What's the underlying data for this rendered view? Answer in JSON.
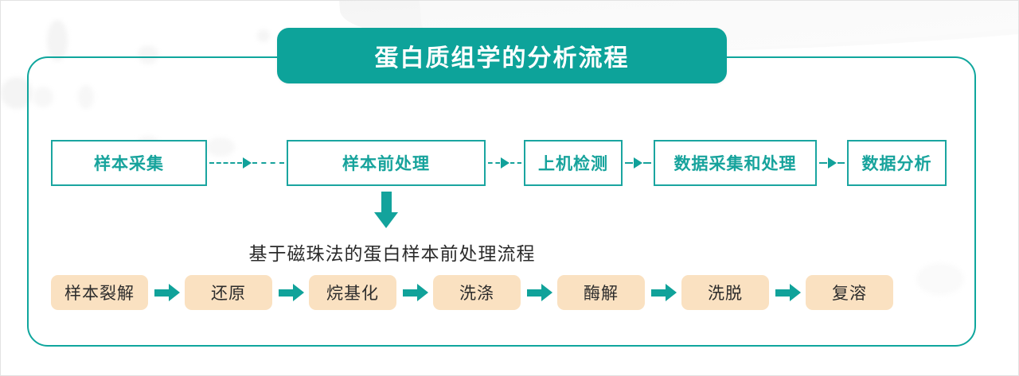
{
  "banner": {
    "title": "蛋白质组学的分析流程",
    "color": "#0da39a",
    "text_color": "#ffffff"
  },
  "frame": {
    "border_color": "#0fa69d"
  },
  "main_flow": {
    "connector_icon": "dashed-arrow-right-icon",
    "steps": [
      {
        "label": "样本采集"
      },
      {
        "label": "样本前处理"
      },
      {
        "label": "上机检测"
      },
      {
        "label": "数据采集和处理"
      },
      {
        "label": "数据分析"
      }
    ],
    "box_border_color": "#1aa5a0",
    "box_text_color": "#17a39c"
  },
  "branch": {
    "arrow_icon": "arrow-down-icon",
    "arrow_color": "#13a39c",
    "subtitle": "基于磁珠法的蛋白样本前处理流程",
    "subtitle_color": "#2b2b2b"
  },
  "sub_flow": {
    "connector_icon": "arrow-right-icon",
    "pill_color": "#fae1c1",
    "pill_text_color": "#2c2c2c",
    "arrow_color": "#10a29a",
    "steps": [
      {
        "label": "样本裂解"
      },
      {
        "label": "还原"
      },
      {
        "label": "烷基化"
      },
      {
        "label": "洗涤"
      },
      {
        "label": "酶解"
      },
      {
        "label": "洗脱"
      },
      {
        "label": "复溶"
      }
    ]
  }
}
